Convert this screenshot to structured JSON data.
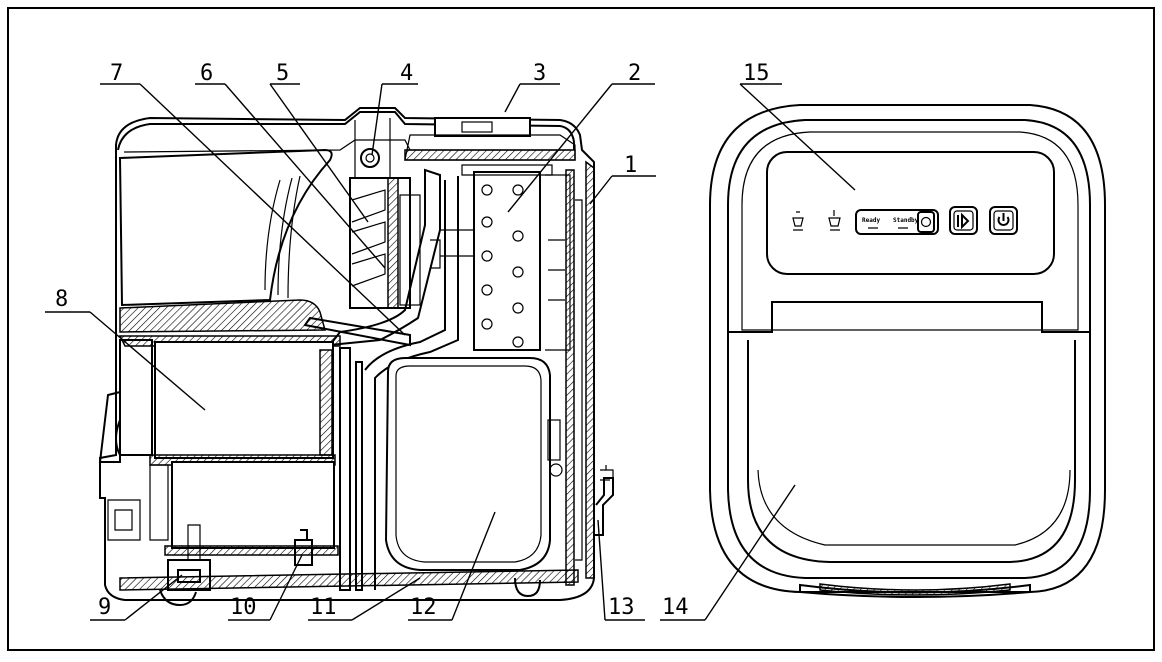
{
  "callouts": [
    {
      "id": "1",
      "label": "1"
    },
    {
      "id": "2",
      "label": "2"
    },
    {
      "id": "3",
      "label": "3"
    },
    {
      "id": "4",
      "label": "4"
    },
    {
      "id": "5",
      "label": "5"
    },
    {
      "id": "6",
      "label": "6"
    },
    {
      "id": "7",
      "label": "7"
    },
    {
      "id": "8",
      "label": "8"
    },
    {
      "id": "9",
      "label": "9"
    },
    {
      "id": "10",
      "label": "10"
    },
    {
      "id": "11",
      "label": "11"
    },
    {
      "id": "12",
      "label": "12"
    },
    {
      "id": "13",
      "label": "13"
    },
    {
      "id": "14",
      "label": "14"
    },
    {
      "id": "15",
      "label": "15"
    }
  ],
  "control_panel": {
    "display_text_1": "Ready",
    "display_text_2": "Standby"
  }
}
